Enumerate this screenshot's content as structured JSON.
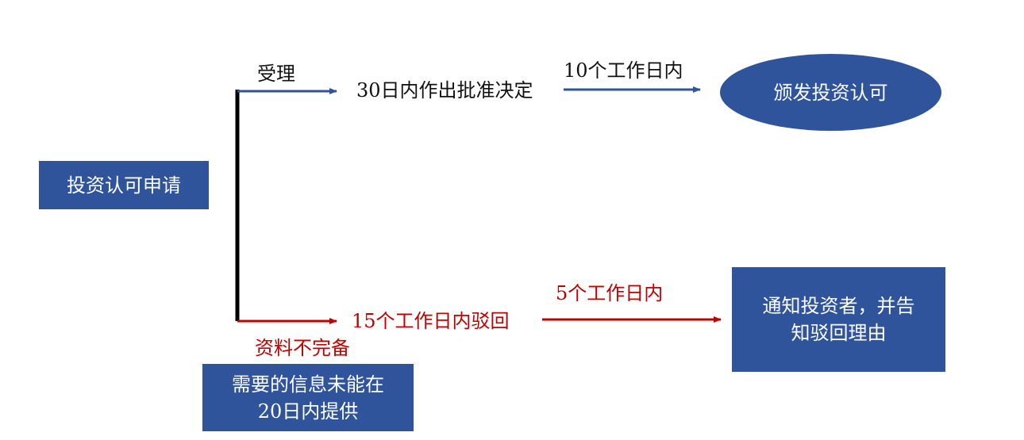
{
  "colors": {
    "box_fill": "#2f549b",
    "accept_arrow": "#2f549b",
    "reject_arrow": "#c00000",
    "trunk": "#000000",
    "reject_text": "#c00000"
  },
  "nodes": {
    "application": "投资认可申请",
    "issue_approval": "颁发投资认可",
    "notify_investor": "通知投资者，并告\n知驳回理由",
    "info_not_provided": "需要的信息未能在\n20日内提供"
  },
  "edges": {
    "accept_label": "受理",
    "decision_30_days": "30日内作出批准决定",
    "within_10_days": "10个工作日内",
    "reject_15_days": "15个工作日内驳回",
    "within_5_days": "5个工作日内",
    "incomplete_materials": "资料不完备"
  }
}
